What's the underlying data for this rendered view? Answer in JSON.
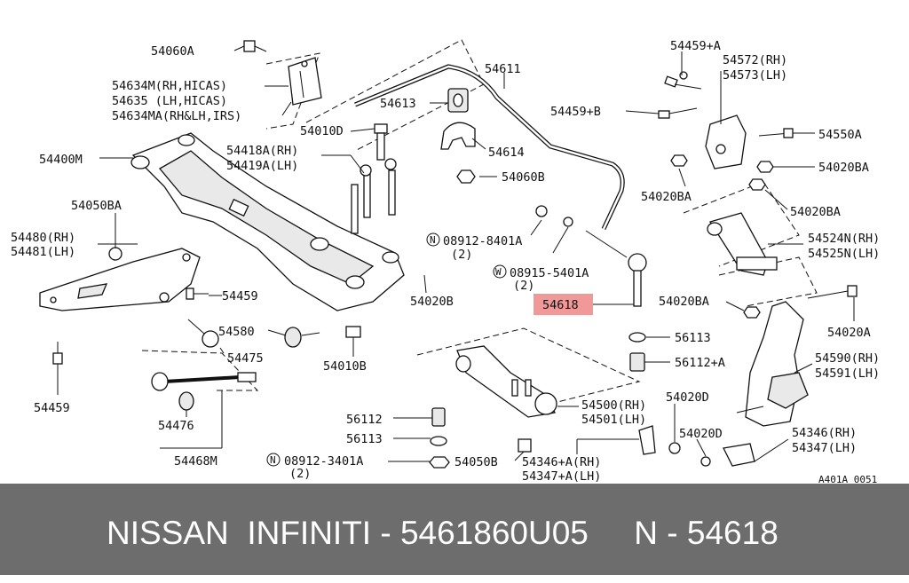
{
  "labels": {
    "l54060A": "54060A",
    "l54634M": "54634M(RH,HICAS)",
    "l54635": "54635 (LH,HICAS)",
    "l54634MA": "54634MA(RH&LH,IRS)",
    "l54010D": "54010D",
    "l54400M": "54400M",
    "l54418A": "54418A(RH)",
    "l54419A": "54419A(LH)",
    "l54050BA": "54050BA",
    "l54480": "54480(RH)",
    "l54481": "54481(LH)",
    "l54459a": "54459",
    "l54580": "54580",
    "l54475": "54475",
    "l54459b": "54459",
    "l54476": "54476",
    "l54468M": "54468M",
    "l54010B": "54010B",
    "l54611": "54611",
    "l54613": "54613",
    "l54614": "54614",
    "l54060B": "54060B",
    "l08912_8401A": "08912-8401A",
    "l08912_8401A_qty": "(2)",
    "l08915_5401A": "08915-5401A",
    "l08915_5401A_qty": "(2)",
    "l54020B": "54020B",
    "l54618": "54618",
    "l56113a": "56113",
    "l56112A": "56112+A",
    "l54500": "54500(RH)",
    "l54501": "54501(LH)",
    "l56112": "56112",
    "l56113b": "56113",
    "l08912_3401A": "08912-3401A",
    "l08912_3401A_qty": "(2)",
    "l54050B": "54050B",
    "l54346A": "54346+A(RH)",
    "l54347A": "54347+A(LH)",
    "l54020Da": "54020D",
    "l54020Db": "54020D",
    "l54459A": "54459+A",
    "l54459B": "54459+B",
    "l54572": "54572(RH)",
    "l54573": "54573(LH)",
    "l54550A": "54550A",
    "l54020BAa": "54020BA",
    "l54020BAb": "54020BA",
    "l54020BAc": "54020BA",
    "l54020BAd": "54020BA",
    "l54524N": "54524N(RH)",
    "l54525N": "54525N(LH)",
    "l54020A": "54020A",
    "l54590": "54590(RH)",
    "l54591": "54591(LH)",
    "l54346": "54346(RH)",
    "l54347": "54347(LH)",
    "l_ref": "A401A 0051",
    "mark_N": "N",
    "mark_W": "W"
  },
  "footer": {
    "text": "NISSAN  INFINITI - 5461860U05     N - 54618"
  },
  "colors": {
    "highlight": "#f19898",
    "footer_bg": "#6d6d6d",
    "footer_text": "#ffffff"
  }
}
